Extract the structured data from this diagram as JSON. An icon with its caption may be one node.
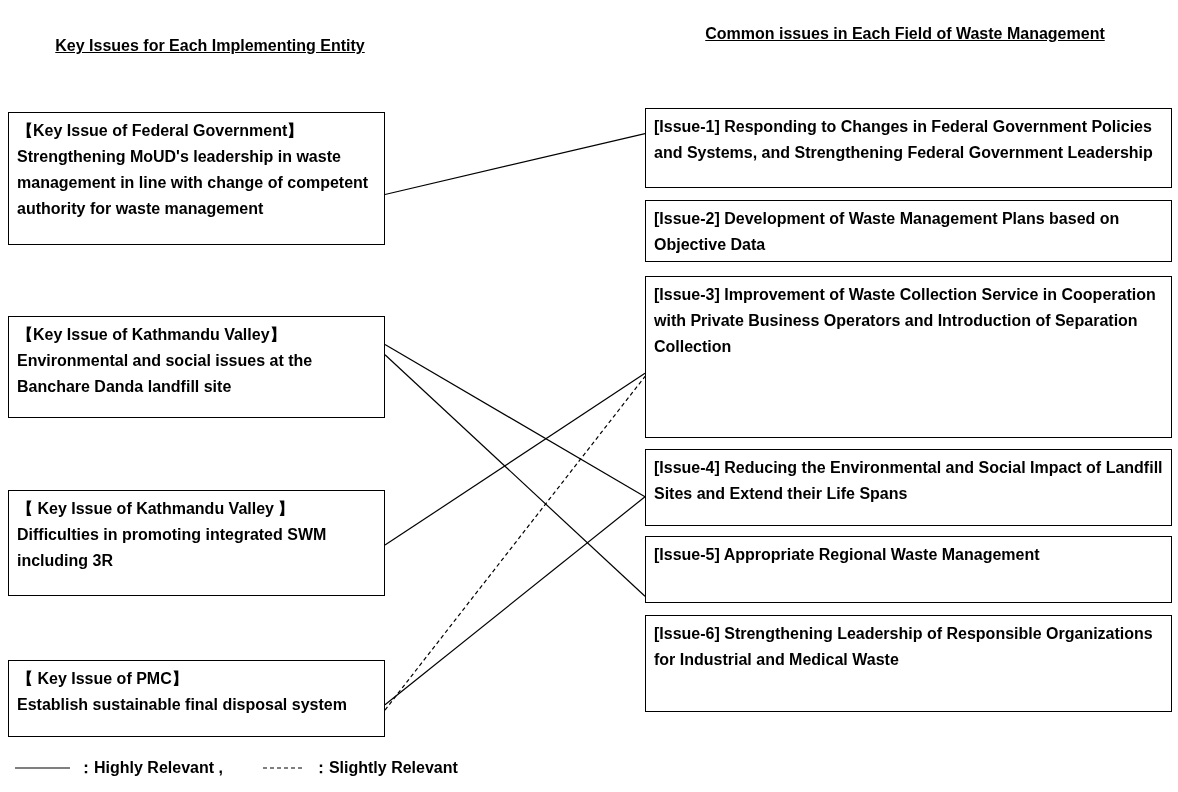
{
  "diagram": {
    "nodes": [
      {
        "text": [
          "【Key Issue of Federal Government】",
          "Strengthening MoUD's leadership in waste management in line with change of competent authority for waste management"
        ]
      },
      {
        "text": [
          "【Key Issue of Kathmandu Valley】",
          "Environmental and social issues at the Banchare Danda landfill site"
        ]
      },
      {
        "text": [
          "【 Key Issue of Kathmandu Valley 】",
          "Difficulties in promoting integrated SWM including 3R"
        ]
      },
      {
        "text": [
          "【 Key Issue of PMC】",
          "Establish sustainable final disposal system"
        ]
      },
      {
        "text": [
          "[Issue-1] Responding to Changes in Federal Government Policies and Systems, and Strengthening Federal Government Leadership"
        ]
      },
      {
        "text": [
          "[Issue-2] Development of Waste Management Plans based on Objective Data"
        ]
      },
      {
        "text": [
          "[Issue-3] Improvement of Waste Collection Service in Cooperation with Private Business Operators and Introduction of Separation Collection"
        ]
      },
      {
        "text": [
          "[Issue-4] Reducing the Environmental and Social Impact of Landfill Sites and Extend their Life Spans"
        ]
      },
      {
        "text": [
          "[Issue-5] Appropriate Regional Waste Management"
        ]
      },
      {
        "text": [
          "[Issue-6] Strengthening Leadership of Responsible Organizations for Industrial and Medical Waste"
        ]
      }
    ],
    "edges": [
      {
        "from": 0,
        "to": 4,
        "arrow": "none"
      },
      {
        "from": 1,
        "to": 7,
        "arrow": "none"
      },
      {
        "from": 1,
        "to": 8,
        "arrow": "none"
      },
      {
        "from": 2,
        "to": 6,
        "arrow": "none"
      },
      {
        "from": 3,
        "to": 7,
        "arrow": "none"
      },
      {
        "from": 3,
        "to": 6,
        "arrow": "none",
        "style": "dashed"
      }
    ],
    "labels": [
      "Key Issues for Each Implementing Entity",
      "Common issues in Each Field of Waste Management"
    ],
    "legend": [
      {
        "text": "：Highly Relevant ,"
      },
      {
        "text": "：Slightly Relevant"
      }
    ]
  }
}
